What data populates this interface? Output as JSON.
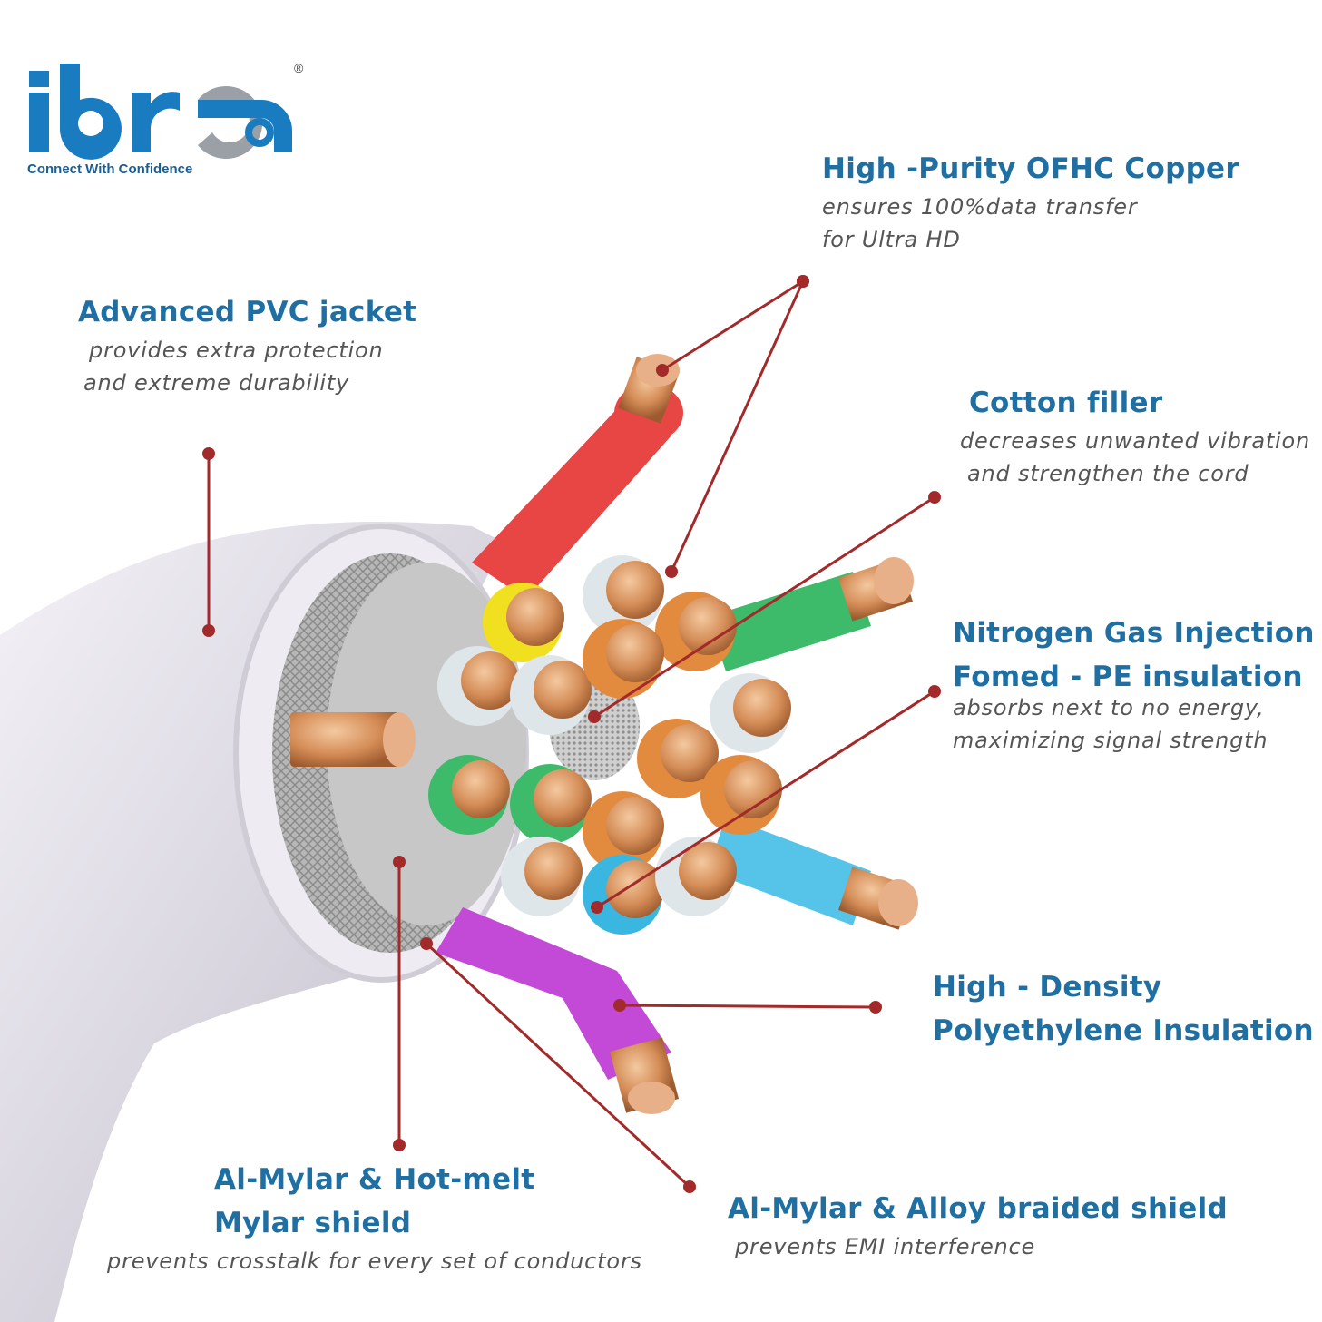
{
  "brand": {
    "name": "ibra",
    "registered": "®",
    "tagline": "Connect With Confidence",
    "colors": {
      "blue": "#1a7cc0",
      "grey": "#9aa0a6"
    }
  },
  "callouts": {
    "copper": {
      "title": "High -Purity OFHC Copper",
      "desc": [
        "ensures 100%data transfer",
        "for Ultra HD"
      ]
    },
    "jacket": {
      "title": "Advanced PVC jacket",
      "desc": [
        "provides extra protection",
        "and extreme durability"
      ]
    },
    "cotton": {
      "title": "Cotton filler",
      "desc": [
        "decreases unwanted vibration",
        "and strengthen the cord"
      ]
    },
    "nitrogen": {
      "title": [
        "Nitrogen Gas Injection",
        "Fomed - PE insulation"
      ],
      "desc": [
        "absorbs next to no energy,",
        "maximizing signal strength"
      ]
    },
    "density": {
      "title": [
        "High - Density",
        "Polyethylene Insulation"
      ]
    },
    "mylar": {
      "title": [
        "Al-Mylar & Hot-melt",
        "Mylar shield"
      ],
      "desc": [
        "prevents crosstalk for every set of conductors"
      ]
    },
    "braid": {
      "title": "Al-Mylar & Alloy braided shield",
      "desc": [
        "prevents EMI interference"
      ]
    }
  },
  "colors": {
    "title": "#1f6fa3",
    "desc": "#555555",
    "leader": "#a32a2a",
    "copper": "#c98652",
    "wires": [
      "#e84545",
      "#f0e020",
      "#dfe6ea",
      "#e28a3e",
      "#3dbb6a",
      "#3ab7e0",
      "#c34ad6",
      "#55c4e8"
    ]
  }
}
